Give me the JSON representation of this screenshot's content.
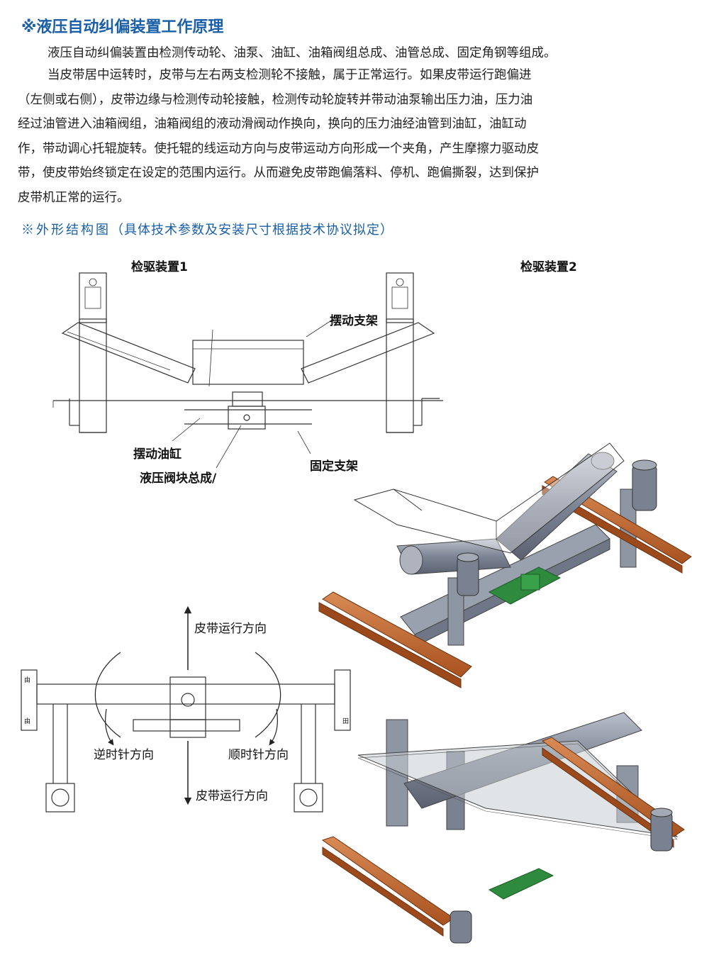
{
  "section1": {
    "title": "※液压自动纠偏装置工作原理",
    "para1": "液压自动纠偏装置由检测传动轮、油泵、油缸、油箱阀组总成、油管总成、固定角钢等组成。",
    "para2_lines": [
      "当皮带居中运转时，皮带与左右两支检测轮不接触，属于正常运行。如果皮带运行跑偏进",
      "（左侧或右侧），皮带边缘与检测传动轮接触，检测传动轮旋转并带动油泵输出压力油，压力油",
      "经过油管进入油箱阀组，油箱阀组的液动滑阀动作换向，换向的压力油经油管到油缸，油缸动",
      "作，带动调心托辊旋转。使托辊的线运动方向与皮带运动方向形成一个夹角，产生摩擦力驱动皮",
      "带，使皮带始终锁定在设定的范围内运行。从而避免皮带跑偏落料、停机、跑偏撕裂，达到保护",
      "皮带机正常的运行。"
    ]
  },
  "section2": {
    "title": "※外形结构图",
    "note": "（具体技术参数及安装尺寸根据技术协议拟定）"
  },
  "diagram_labels": {
    "detect1": "检驱装置1",
    "detect2": "检驱装置2",
    "swing_frame": "摆动支架",
    "swing_cylinder": "摆动油缸",
    "valve_block": "液压阀块总成/",
    "fixed_frame": "固定支架",
    "belt_dir_top": "皮带运行方向",
    "belt_dir_bottom": "皮带运行方向",
    "ccw": "逆时针方向",
    "cw": "顺时针方向",
    "tiny_marks": [
      "由",
      "由",
      "田"
    ]
  },
  "colors": {
    "title_blue": "#1a5fa8",
    "rail_orange": "#c0632b",
    "frame_gray": "#8e95a3",
    "valve_green": "#2e8b3e"
  }
}
